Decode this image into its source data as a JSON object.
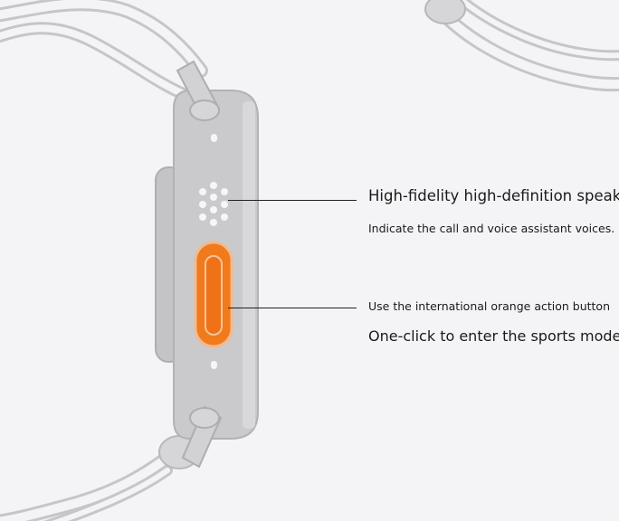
{
  "speaker": {
    "title": "High-fidelity high-definition speaker",
    "description": "Indicate the call and voice assistant voices."
  },
  "action_button": {
    "title": "Use the international orange action button",
    "description": "One-click to enter the sports mode."
  },
  "colors": {
    "background": "#f4f4f6",
    "case": "#c9c9cc",
    "action_button": "#f07a1c",
    "text": "#1a1a1a"
  }
}
